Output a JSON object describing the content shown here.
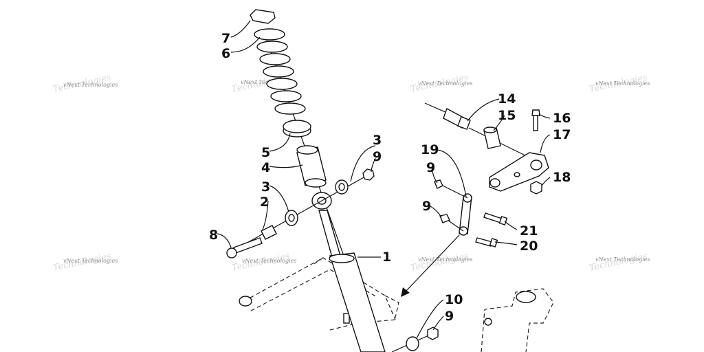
{
  "watermark": "vNext Technologies",
  "labels": {
    "p1": "1",
    "p2": "2",
    "p3a": "3",
    "p3b": "3",
    "p4": "4",
    "p5": "5",
    "p6": "6",
    "p7": "7",
    "p8": "8",
    "p9a": "9",
    "p9b": "9",
    "p9c": "9",
    "p9d": "9",
    "p10": "10",
    "p14": "14",
    "p15": "15",
    "p16": "16",
    "p17": "17",
    "p18": "18",
    "p19": "19",
    "p20": "20",
    "p21": "21"
  }
}
